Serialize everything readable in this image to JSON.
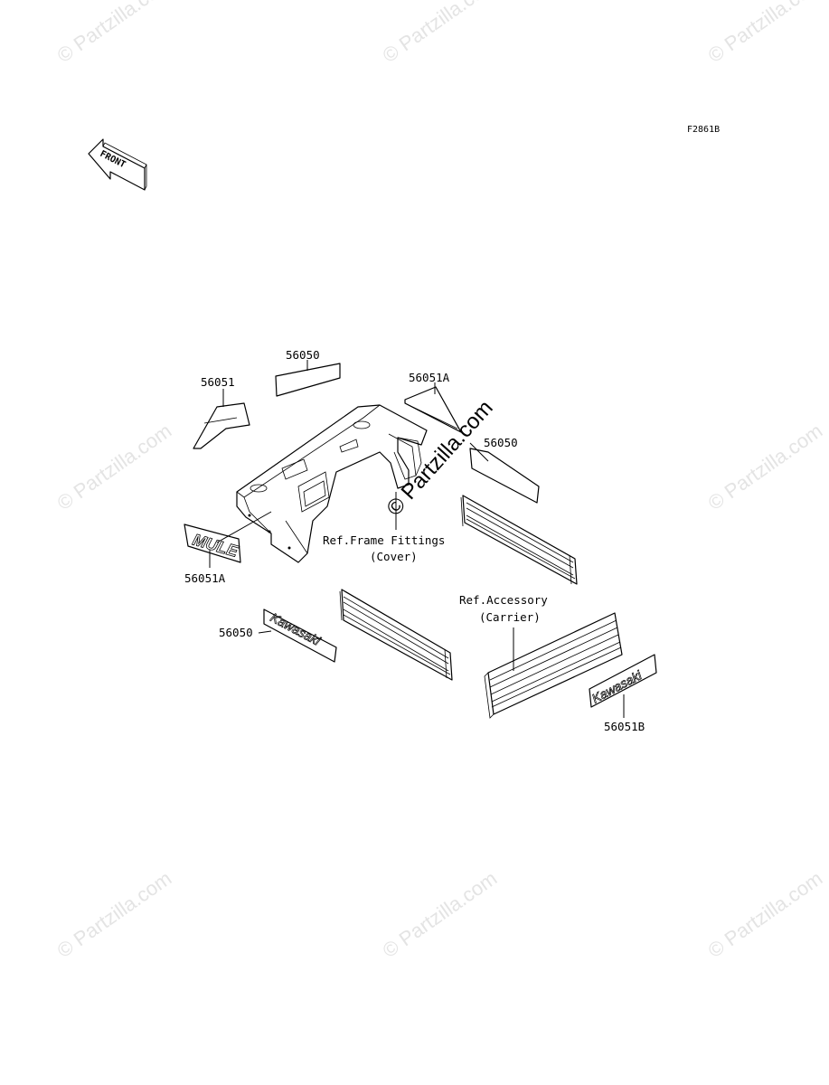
{
  "diagram_code": "F2861B",
  "front_arrow_label": "FRONT",
  "watermark_text": "© Partzilla.com",
  "center_watermark": "© Partzilla.com",
  "callouts": {
    "c1": "56051",
    "c2": "56050",
    "c3": "56051A",
    "c4": "56050",
    "c5": "56051A",
    "c6": "56050",
    "c7": "56051B"
  },
  "refs": {
    "frame_line1": "Ref.Frame Fittings",
    "frame_line2": "(Cover)",
    "accessory_line1": "Ref.Accessory",
    "accessory_line2": "(Carrier)"
  },
  "decal_text": {
    "mule": "MULE",
    "kawasaki": "Kawasaki"
  }
}
